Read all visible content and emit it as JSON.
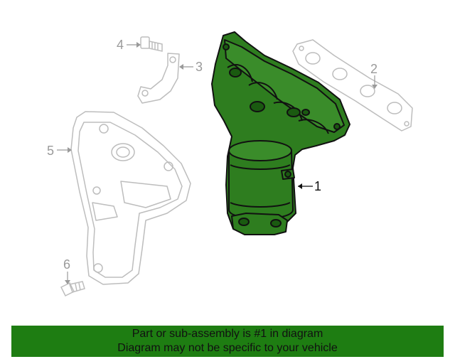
{
  "callouts": [
    "1",
    "2",
    "3",
    "4",
    "5",
    "6"
  ],
  "banner": {
    "line1": "Part or sub-assembly is #1 in diagram",
    "line2": "Diagram may not be specific to your vehicle"
  },
  "colors": {
    "highlight": "#1e7d12",
    "part_fill": "#2e7d1f",
    "part_outline": "#111111",
    "ghost_outline": "#bdbdbd",
    "callout_text": "#9a9a9a"
  }
}
